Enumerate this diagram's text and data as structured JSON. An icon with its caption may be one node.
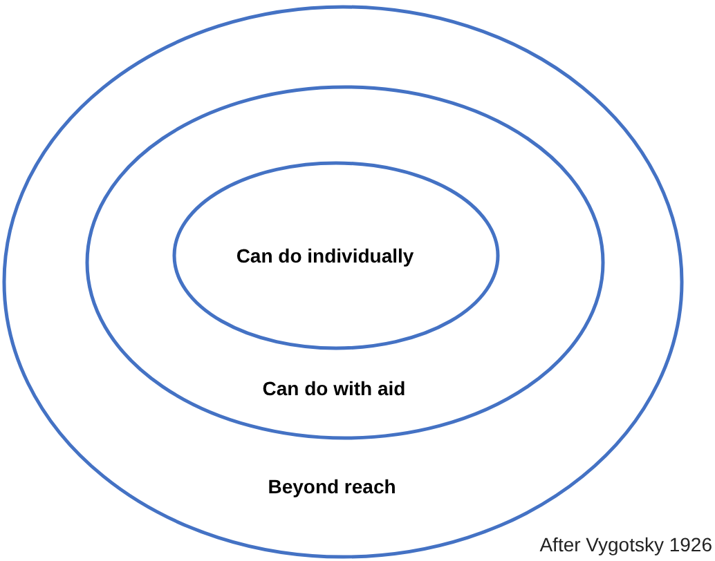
{
  "diagram": {
    "caption": "After Vygotsky 1926",
    "nodes": [
      {
        "text": [
          "Beyond reach"
        ]
      },
      {
        "text": [
          "Can do with aid"
        ],
        "in": 0
      },
      {
        "text": [
          "Can do individually"
        ],
        "in": 1
      }
    ]
  }
}
